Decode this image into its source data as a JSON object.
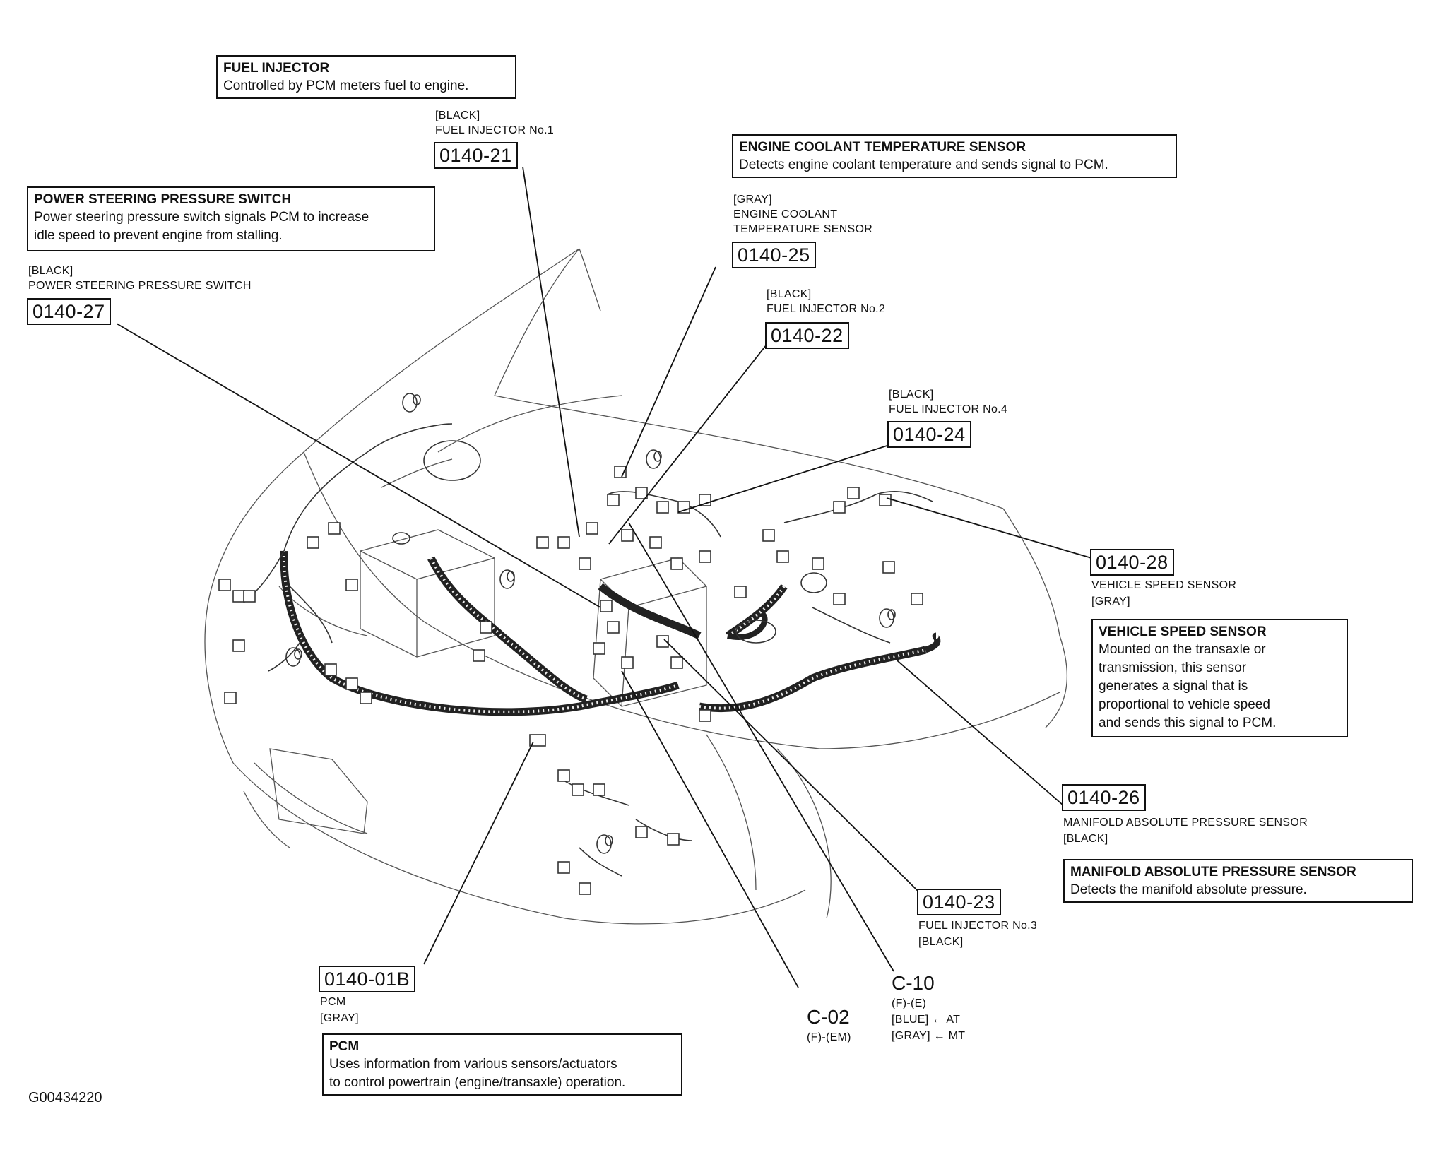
{
  "descriptions": {
    "fuel_injector": {
      "title": "FUEL INJECTOR",
      "text": "Controlled by PCM meters fuel to engine."
    },
    "ect_sensor": {
      "title": "ENGINE COOLANT TEMPERATURE SENSOR",
      "text": "Detects engine coolant temperature and sends signal to PCM."
    },
    "ps_switch": {
      "title": "POWER STEERING PRESSURE SWITCH",
      "text": "Power steering pressure switch signals PCM to increase\nidle speed to prevent engine from stalling."
    },
    "vss": {
      "title": "VEHICLE SPEED SENSOR",
      "text": "Mounted on the transaxle or\ntransmission, this sensor\ngenerates a signal that is\nproportional to vehicle speed\nand sends this signal to PCM."
    },
    "map_sensor": {
      "title": "MANIFOLD ABSOLUTE PRESSURE SENSOR",
      "text": "Detects the manifold absolute pressure."
    },
    "pcm": {
      "title": "PCM",
      "text": "Uses information from various sensors/actuators\nto control powertrain (engine/transaxle) operation."
    }
  },
  "connectors": {
    "c21": {
      "color": "[BLACK]",
      "name": "FUEL INJECTOR No.1",
      "code": "0140-21"
    },
    "c25": {
      "color": "[GRAY]",
      "name1": "ENGINE COOLANT",
      "name2": "TEMPERATURE SENSOR",
      "code": "0140-25"
    },
    "c22": {
      "color": "[BLACK]",
      "name": "FUEL INJECTOR No.2",
      "code": "0140-22"
    },
    "c24": {
      "color": "[BLACK]",
      "name": "FUEL INJECTOR No.4",
      "code": "0140-24"
    },
    "c27": {
      "color": "[BLACK]",
      "name": "POWER STEERING PRESSURE SWITCH",
      "code": "0140-27"
    },
    "c28": {
      "code": "0140-28",
      "name": "VEHICLE SPEED SENSOR",
      "color": "[GRAY]"
    },
    "c26": {
      "code": "0140-26",
      "name": "MANIFOLD ABSOLUTE PRESSURE SENSOR",
      "color": "[BLACK]"
    },
    "c23": {
      "code": "0140-23",
      "name": "FUEL INJECTOR No.3",
      "color": "[BLACK]"
    },
    "c01b": {
      "code": "0140-01B",
      "name": "PCM",
      "color": "[GRAY]"
    },
    "c10": {
      "code": "C-10",
      "sub1": "(F)-(E)",
      "sub2": "[BLUE] ← AT",
      "sub3": "[GRAY] ← MT"
    },
    "c02": {
      "code": "C-02",
      "sub1": "(F)-(EM)"
    }
  },
  "footer": {
    "figure_id": "G00434220"
  }
}
